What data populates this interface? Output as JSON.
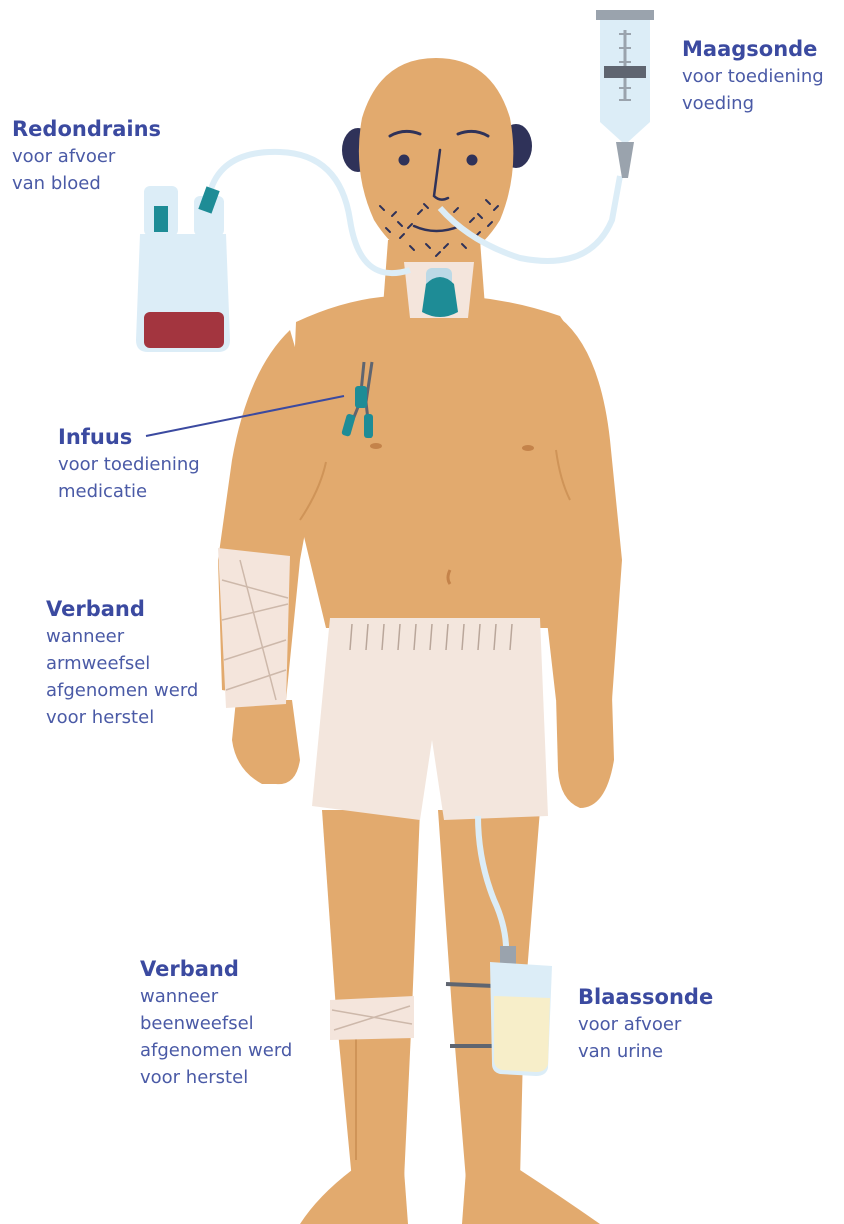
{
  "labels": {
    "maagsonde": {
      "title": "Maagsonde",
      "lines": [
        "voor toediening",
        "voeding"
      ]
    },
    "redondrains": {
      "title": "Redondrains",
      "lines": [
        "voor afvoer",
        "van bloed"
      ]
    },
    "infuus": {
      "title": "Infuus",
      "lines": [
        "voor toediening",
        "medicatie"
      ]
    },
    "verband_arm": {
      "title": "Verband",
      "lines": [
        "wanneer",
        "armweefsel",
        "afgenomen werd",
        "voor herstel"
      ]
    },
    "verband_been": {
      "title": "Verband",
      "lines": [
        "wanneer",
        "beenweefsel",
        "afgenomen werd",
        "voor herstel"
      ]
    },
    "blaassonde": {
      "title": "Blaassonde",
      "lines": [
        "voor afvoer",
        "van urine"
      ]
    }
  },
  "colors": {
    "skin": "#e2aa6e",
    "skin_shadow": "#cf9458",
    "label_text": "#3b4aa0",
    "shorts": "#f3e6dd",
    "bandage": "#f4e5dc",
    "tube": "#dcedf7",
    "device_teal": "#1e8c96",
    "blood": "#a3353f",
    "urine": "#f7eec9",
    "ear_dark": "#2f3259"
  }
}
